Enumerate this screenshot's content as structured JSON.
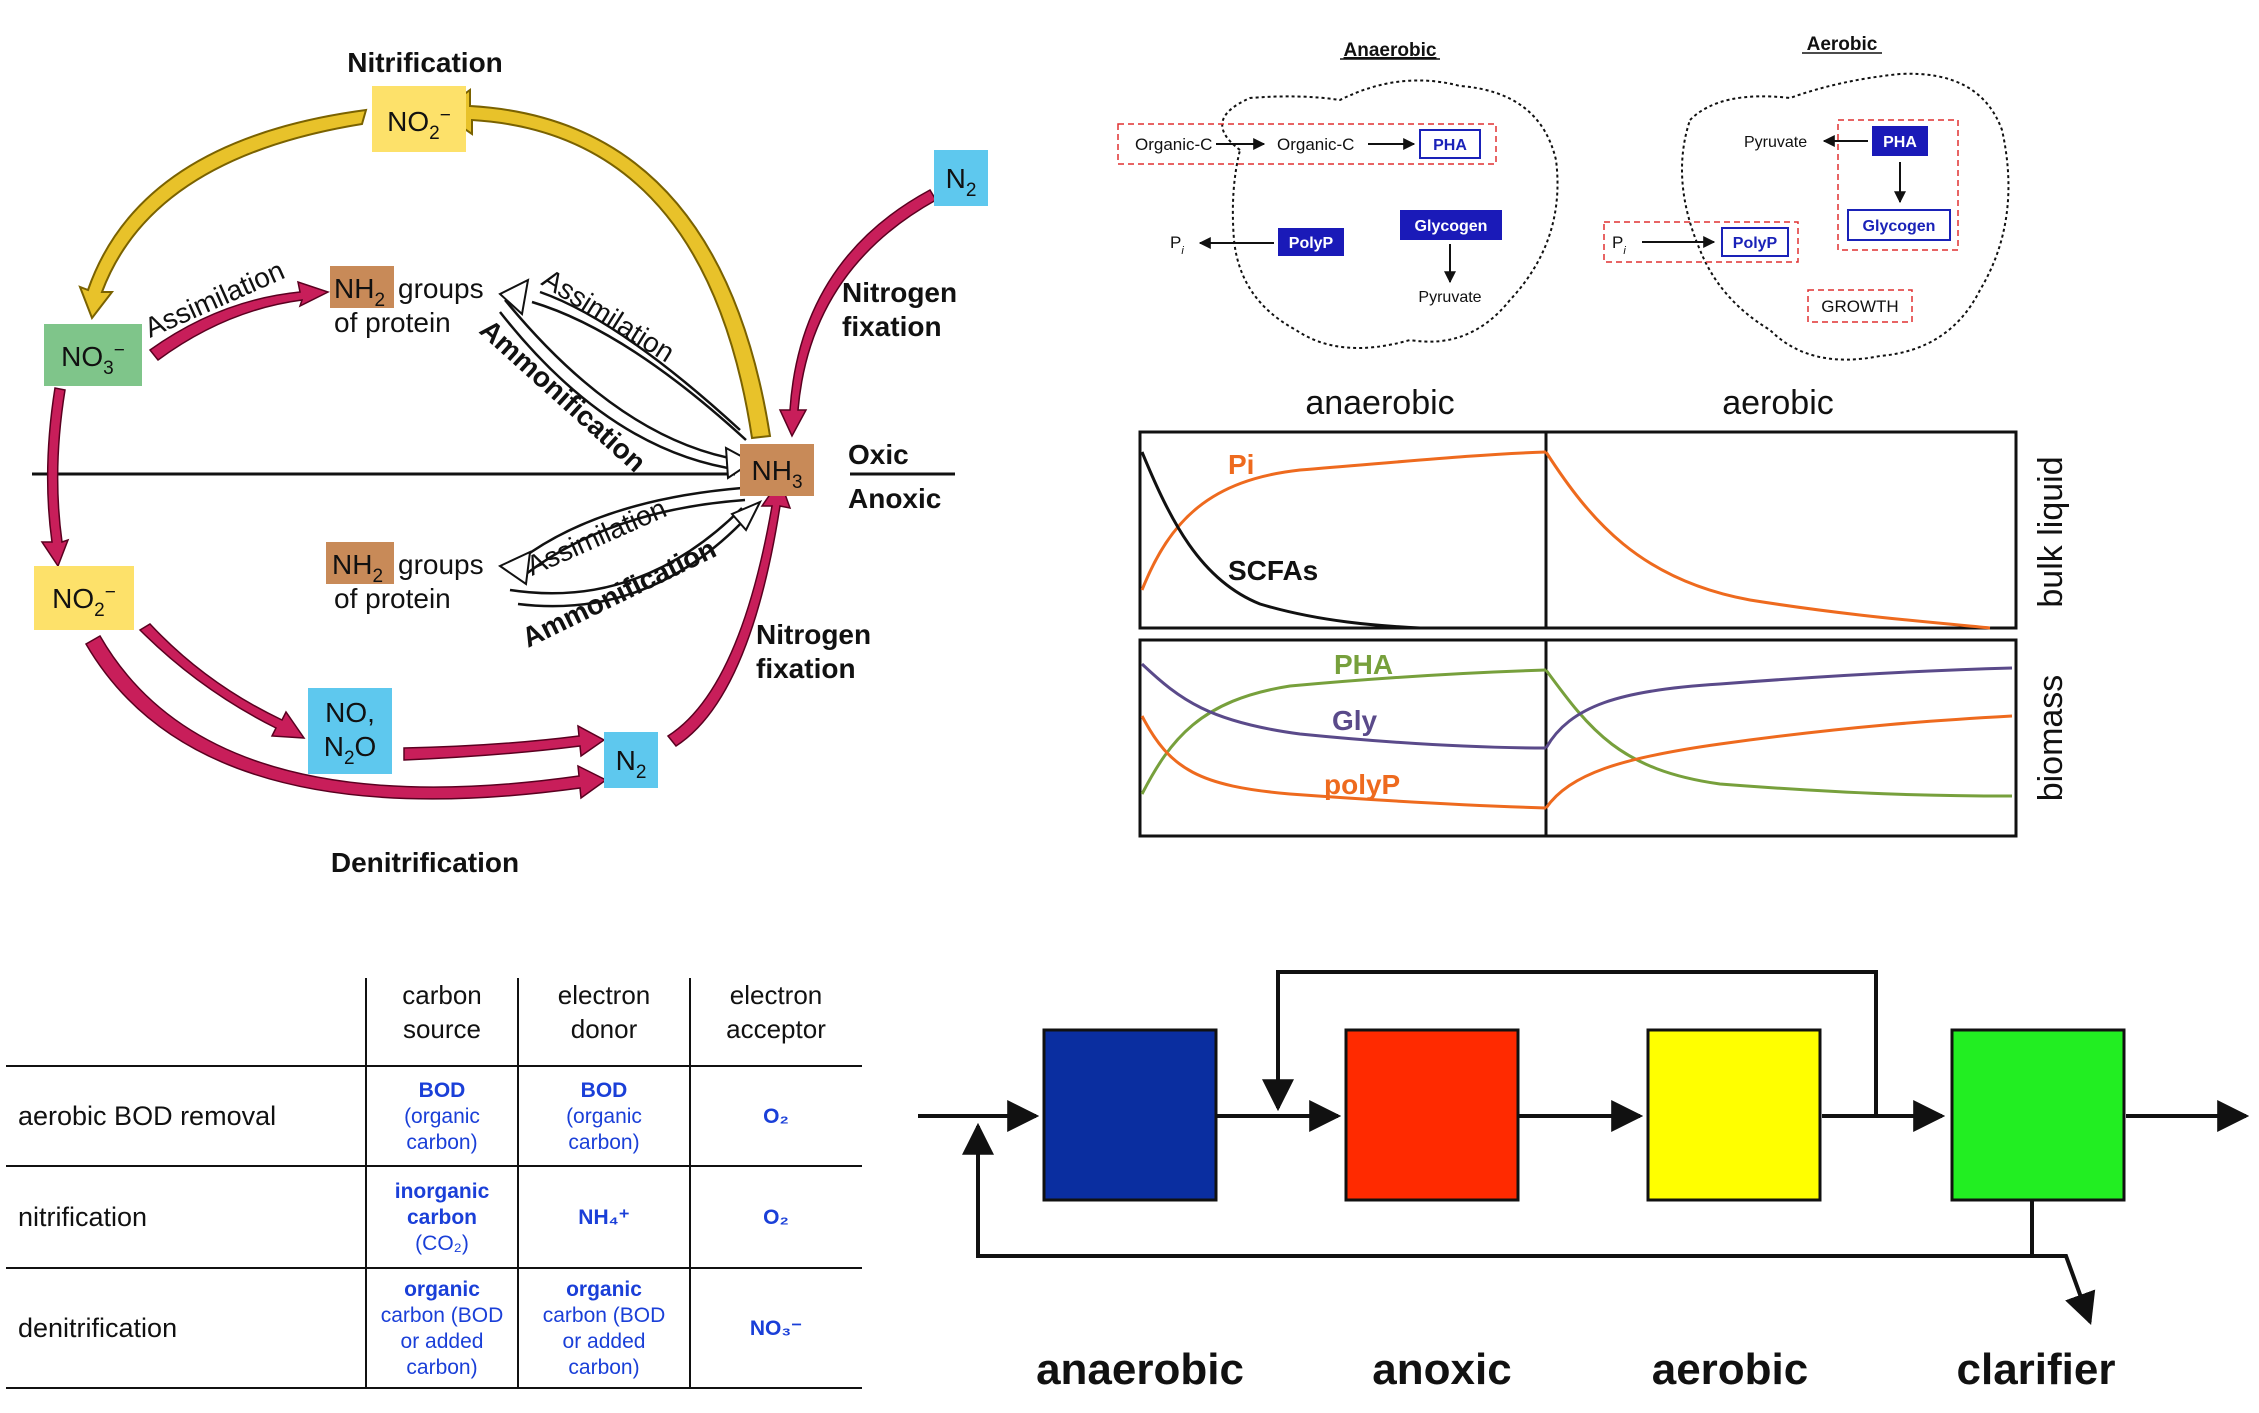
{
  "nitrogen_cycle": {
    "title_nitrification": "Nitrification",
    "title_denitrification": "Denitrification",
    "label_oxic": "Oxic",
    "label_anoxic": "Anoxic",
    "label_n_fix_1": "Nitrogen",
    "label_n_fix_2": "fixation",
    "label_assimilation": "Assimilation",
    "label_ammonification": "Ammonification",
    "nh2_groups": "groups",
    "of_protein": "of protein",
    "box_colors": {
      "yellow": "#fde16a",
      "green": "#7fc58a",
      "brown": "#c88a58",
      "blue": "#5ec8ee"
    },
    "arrow_colors": {
      "yellow": "#e8c22a",
      "magenta": "#c81e5a"
    }
  },
  "pao_cells": {
    "anaerobic_title": "Anaerobic",
    "aerobic_title": "Aerobic",
    "organic_c": "Organic-C",
    "pha": "PHA",
    "glycogen": "Glycogen",
    "polyp": "PolyP",
    "pi": "P",
    "pyruvate": "Pyruvate",
    "growth": "GROWTH"
  },
  "profile_chart": {
    "phase_labels": [
      "anaerobic",
      "aerobic"
    ],
    "panel_labels": [
      "bulk liquid",
      "biomass"
    ],
    "series_labels": {
      "pi": "Pi",
      "scfas": "SCFAs",
      "pha": "PHA",
      "gly": "Gly",
      "polyp": "polyP"
    },
    "colors": {
      "pi": "#ee6a1e",
      "scfas": "#111111",
      "pha": "#77a03c",
      "gly": "#5a4a8a",
      "polyp": "#ee6a1e"
    }
  },
  "table": {
    "headers": [
      [
        "carbon",
        "source"
      ],
      [
        "electron",
        "donor"
      ],
      [
        "electron",
        "acceptor"
      ]
    ],
    "rows": [
      {
        "name": "aerobic BOD removal",
        "c1": [
          [
            "BOD",
            true
          ],
          [
            "(organic",
            false
          ],
          [
            "carbon)",
            false
          ]
        ],
        "c2": [
          [
            "BOD",
            true
          ],
          [
            "(organic",
            false
          ],
          [
            "carbon)",
            false
          ]
        ],
        "c3": [
          [
            "O₂",
            true
          ]
        ]
      },
      {
        "name": "nitrification",
        "c1": [
          [
            "inorganic",
            true
          ],
          [
            "carbon",
            true
          ],
          [
            "(CO₂)",
            false
          ]
        ],
        "c2": [
          [
            "NH₄⁺",
            true
          ]
        ],
        "c3": [
          [
            "O₂",
            true
          ]
        ]
      },
      {
        "name": "denitrification",
        "c1": [
          [
            "organic",
            true
          ],
          [
            "carbon (BOD",
            false
          ],
          [
            "or added",
            false
          ],
          [
            "carbon)",
            false
          ]
        ],
        "c2": [
          [
            "organic",
            true
          ],
          [
            "carbon (BOD",
            false
          ],
          [
            "or added",
            false
          ],
          [
            "carbon)",
            false
          ]
        ],
        "c3": [
          [
            "NO₃⁻",
            true
          ]
        ]
      }
    ],
    "text_color": "#1a3fd8"
  },
  "process_flow": {
    "stages": [
      {
        "label": "anaerobic",
        "color": "#0a2ea0"
      },
      {
        "label": "anoxic",
        "color": "#ff2a00"
      },
      {
        "label": "aerobic",
        "color": "#ffff00"
      },
      {
        "label": "clarifier",
        "color": "#22ee22"
      }
    ]
  }
}
